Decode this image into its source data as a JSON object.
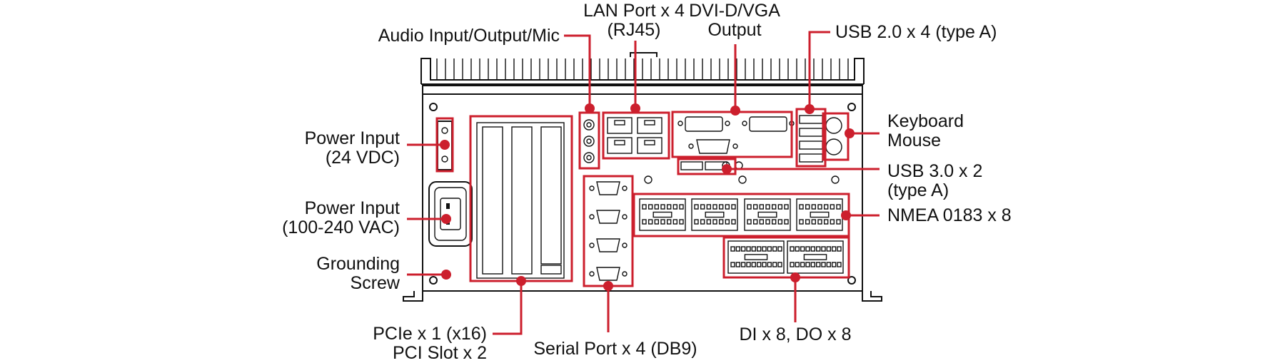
{
  "diagram": {
    "colors": {
      "accent": "#cc1f2d",
      "line": "#111111",
      "background": "#ffffff"
    },
    "labels": {
      "audio": "Audio Input/Output/Mic",
      "lan_1": "LAN Port x 4",
      "lan_2": "(RJ45)",
      "dvi_1": "DVI-D/VGA",
      "dvi_2": "Output",
      "usb2": "USB 2.0 x 4 (type A)",
      "kbd_1": "Keyboard",
      "kbd_2": "Mouse",
      "usb3_1": "USB 3.0 x 2",
      "usb3_2": "(type A)",
      "nmea": "NMEA 0183 x 8",
      "dido": "DI x 8, DO x 8",
      "serial": "Serial Port x 4 (DB9)",
      "pcie_1": "PCIe x 1 (x16)",
      "pcie_2": "PCI Slot x 2",
      "pwr24_1": "Power Input",
      "pwr24_2": "(24 VDC)",
      "pwrac_1": "Power Input",
      "pwrac_2": "(100-240 VAC)",
      "gnd_1": "Grounding",
      "gnd_2": "Screw"
    }
  }
}
